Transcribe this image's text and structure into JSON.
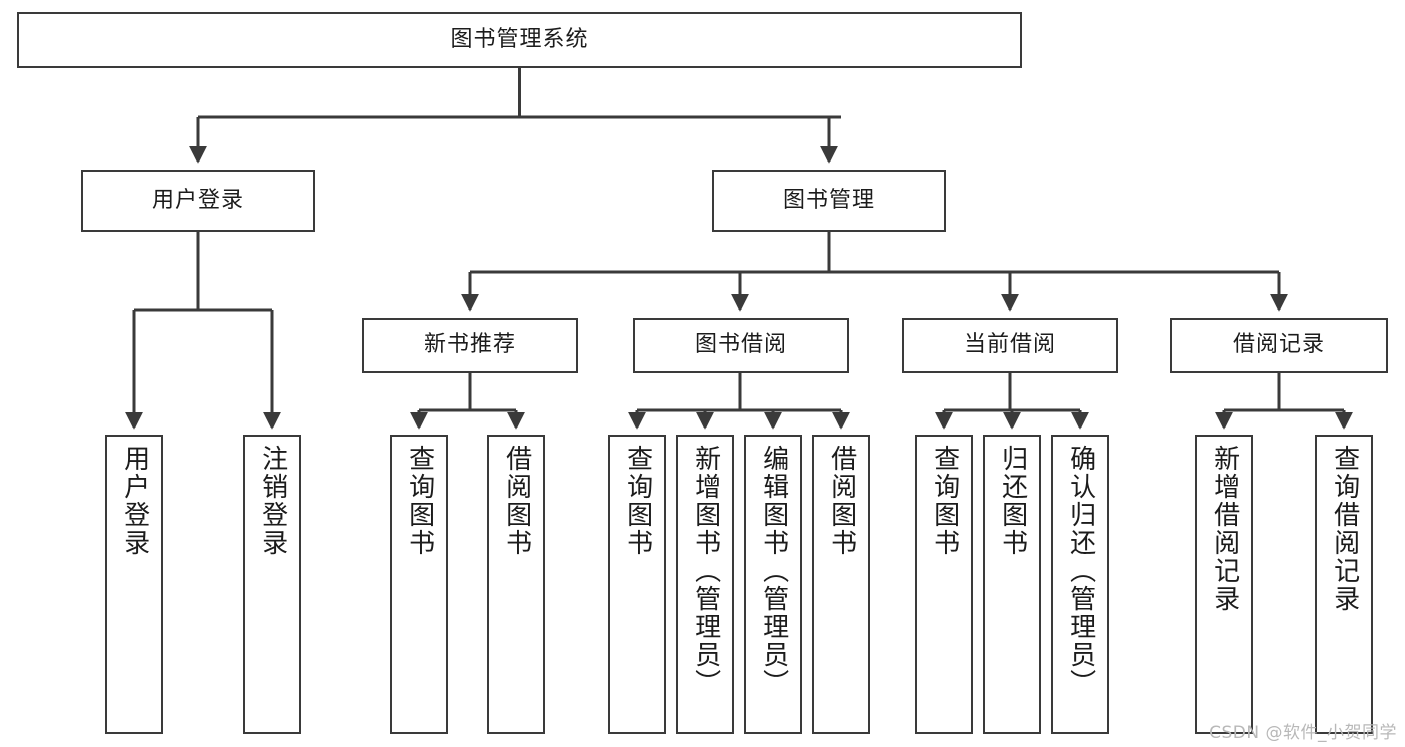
{
  "diagram": {
    "type": "tree-hierarchy",
    "title": "图书管理系统",
    "root": {
      "id": "root",
      "label": "图书管理系统"
    },
    "level2": [
      {
        "id": "user-login",
        "label": "用户登录"
      },
      {
        "id": "book-manage",
        "label": "图书管理"
      }
    ],
    "level3": [
      {
        "id": "new-book-rec",
        "label": "新书推荐",
        "parent": "book-manage"
      },
      {
        "id": "book-borrow",
        "label": "图书借阅",
        "parent": "book-manage"
      },
      {
        "id": "current-borrow",
        "label": "当前借阅",
        "parent": "book-manage"
      },
      {
        "id": "borrow-record",
        "label": "借阅记录",
        "parent": "book-manage"
      }
    ],
    "leaves": [
      {
        "id": "leaf-user-login",
        "label": "用户登录",
        "parent": "user-login"
      },
      {
        "id": "leaf-logout",
        "label": "注销登录",
        "parent": "user-login"
      },
      {
        "id": "leaf-query-book-1",
        "label": "查询图书",
        "parent": "new-book-rec"
      },
      {
        "id": "leaf-borrow-book-1",
        "label": "借阅图书",
        "parent": "new-book-rec"
      },
      {
        "id": "leaf-query-book-2",
        "label": "查询图书",
        "parent": "book-borrow"
      },
      {
        "id": "leaf-add-book",
        "label": "新增图书（管理员）",
        "parent": "book-borrow"
      },
      {
        "id": "leaf-edit-book",
        "label": "编辑图书（管理员）",
        "parent": "book-borrow"
      },
      {
        "id": "leaf-borrow-book-2",
        "label": "借阅图书",
        "parent": "book-borrow"
      },
      {
        "id": "leaf-query-book-3",
        "label": "查询图书",
        "parent": "current-borrow"
      },
      {
        "id": "leaf-return-book",
        "label": "归还图书",
        "parent": "current-borrow"
      },
      {
        "id": "leaf-confirm-return",
        "label": "确认归还（管理员）",
        "parent": "current-borrow"
      },
      {
        "id": "leaf-add-record",
        "label": "新增借阅记录",
        "parent": "borrow-record"
      },
      {
        "id": "leaf-query-record",
        "label": "查询借阅记录",
        "parent": "borrow-record"
      }
    ],
    "watermark": "CSDN @软件_小贺同学",
    "colors": {
      "stroke": "#3a3a3a",
      "text": "#1c1c1c",
      "background": "#ffffff",
      "watermark": "#b8b8b8"
    }
  }
}
